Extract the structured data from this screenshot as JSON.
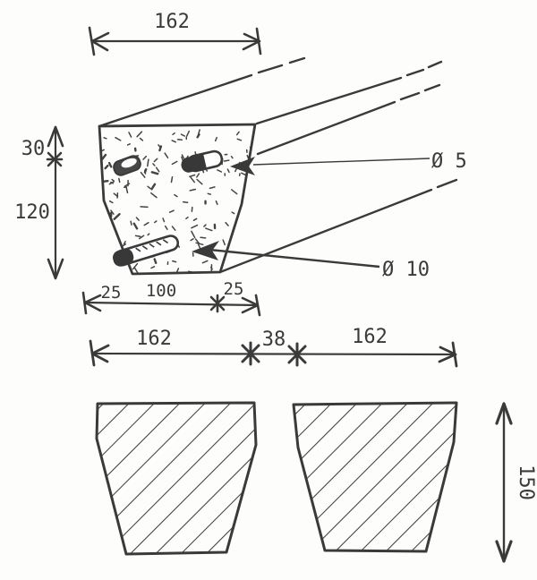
{
  "diagram": {
    "cross_section": {
      "dim_top_width": "162",
      "dim_upper_height": "30",
      "dim_lower_height": "120",
      "dim_bottom_left": "25",
      "dim_bottom_middle": "100",
      "dim_bottom_right": "25",
      "label_small_bar": "Ø 5",
      "label_large_bar": "Ø 10"
    },
    "plan_view": {
      "dim_left_width": "162",
      "dim_gap": "38",
      "dim_right_width": "162",
      "dim_height": "150"
    },
    "colors": {
      "ink": "#3a3a3a",
      "paper": "#fdfdfc"
    }
  }
}
